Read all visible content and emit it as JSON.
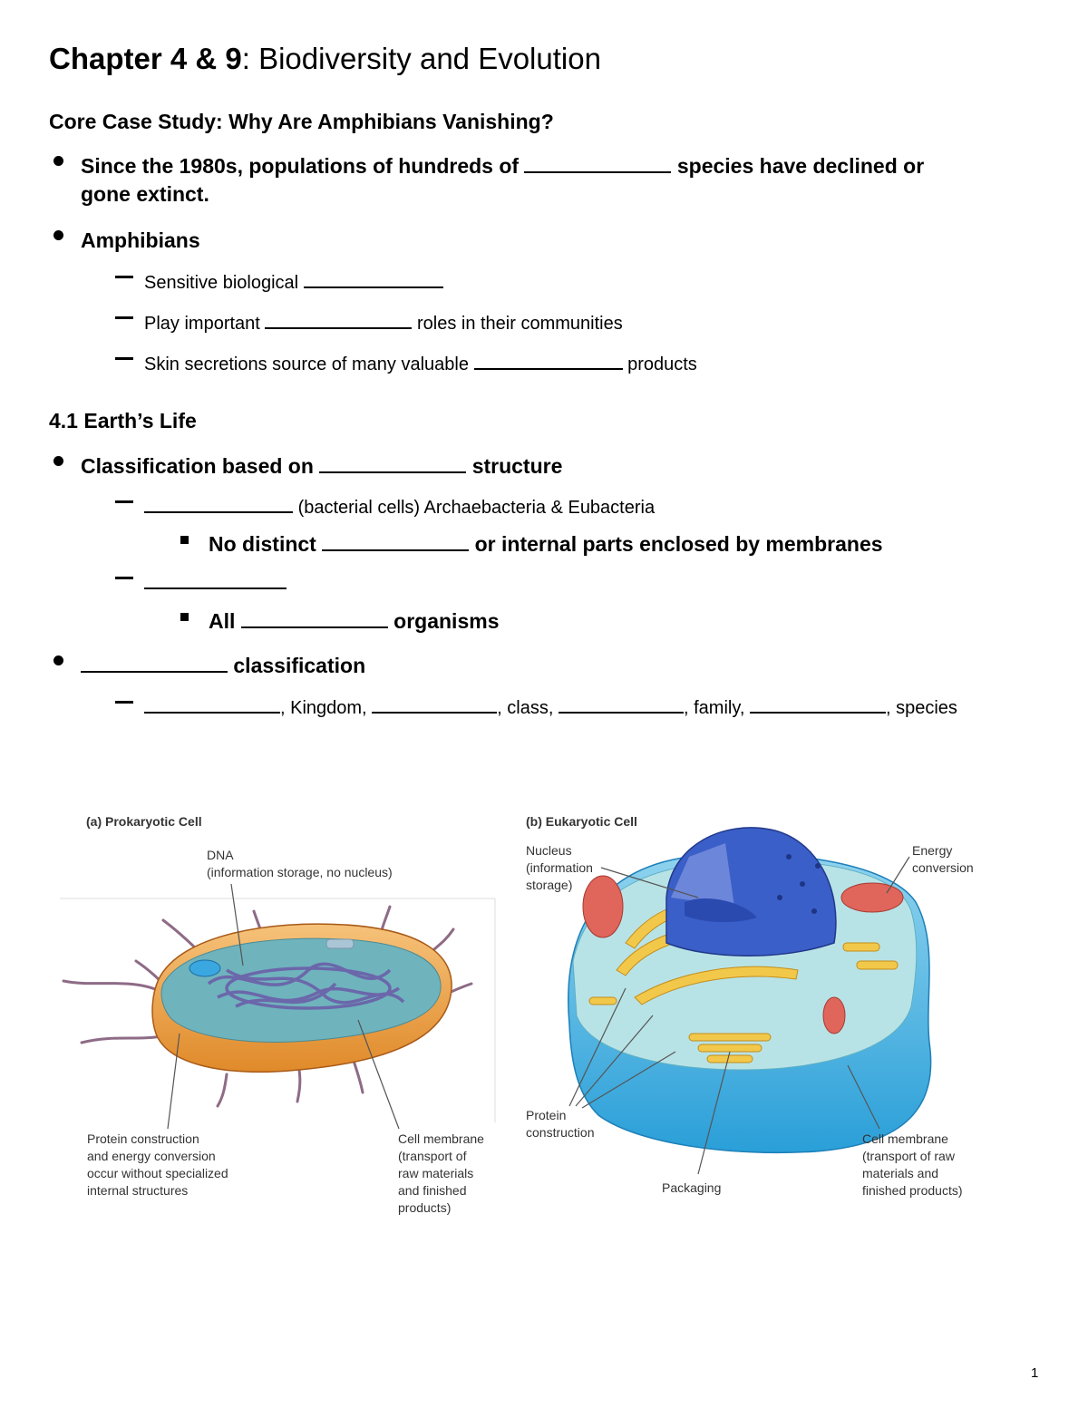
{
  "title": {
    "bold": "Chapter 4 & 9",
    "rest": ": Biodiversity and Evolution"
  },
  "core_case": {
    "heading": "Core Case Study: Why Are Amphibians Vanishing?",
    "b1_pre": "Since the 1980s, populations of hundreds of",
    "b1_post": "species have declined or",
    "b1_line2": "gone extinct.",
    "b2": "Amphibians",
    "s1": "Sensitive biological",
    "s2_pre": "Play important",
    "s2_post": "roles in their communities",
    "s3_pre": "Skin secretions source of many valuable",
    "s3_post": "products"
  },
  "section41": {
    "heading": "4.1 Earth’s Life",
    "b1_pre": "Classification based on",
    "b1_post": "structure",
    "d1_post": "(bacterial cells) Archaebacteria & Eubacteria",
    "sq1_pre": "No distinct",
    "sq1_post": "or internal parts enclosed by membranes",
    "sq2_pre": "All",
    "sq2_post": "organisms",
    "b2_post": "classification",
    "t1": ", Kingdom,",
    "t2": ", class,",
    "t3": ", family,",
    "t4": ", species"
  },
  "figure": {
    "a_title": "(a) Prokaryotic Cell",
    "a_dna": "DNA",
    "a_dna_sub": "(information storage, no nucleus)",
    "a_protein": [
      "Protein construction",
      "and energy conversion",
      "occur without specialized",
      "internal structures"
    ],
    "a_membrane": [
      "Cell membrane",
      "(transport of",
      "raw materials",
      "and finished",
      "products)"
    ],
    "b_title": "(b) Eukaryotic Cell",
    "b_nucleus": [
      "Nucleus",
      "(information",
      "storage)"
    ],
    "b_energy": [
      "Energy",
      "conversion"
    ],
    "b_protein": [
      "Protein",
      "construction"
    ],
    "b_packaging": "Packaging",
    "b_membrane": [
      "Cell membrane",
      "(transport of raw",
      "materials and",
      "finished products)"
    ]
  },
  "page_number": "1"
}
